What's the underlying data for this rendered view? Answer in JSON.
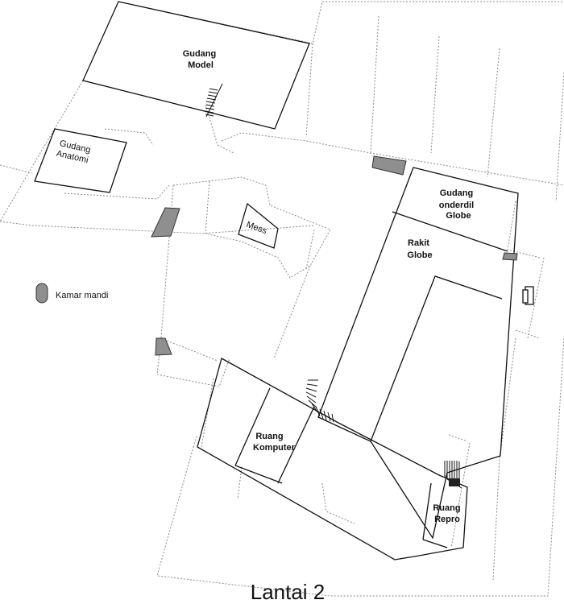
{
  "floor_title": "Lantai 2",
  "legend": {
    "kamar_mandi": "Kamar mandi"
  },
  "rooms": {
    "gudang_model": [
      "Gudang",
      "Model"
    ],
    "gudang_anatomi": [
      "Gudang",
      "Anatomi"
    ],
    "mess": "Mess",
    "gudang_onderdil": [
      "Gudang",
      "onderdil",
      "Globe"
    ],
    "rakit_globe": [
      "Rakit",
      "Globe"
    ],
    "ruang_komputer": [
      "Ruang",
      "Komputer"
    ],
    "ruang_repro": [
      "Ruang",
      "Repro"
    ]
  },
  "colors": {
    "wall": "#111111",
    "dashed": "#8a8a8a",
    "fixture": "#8f8f8f"
  }
}
